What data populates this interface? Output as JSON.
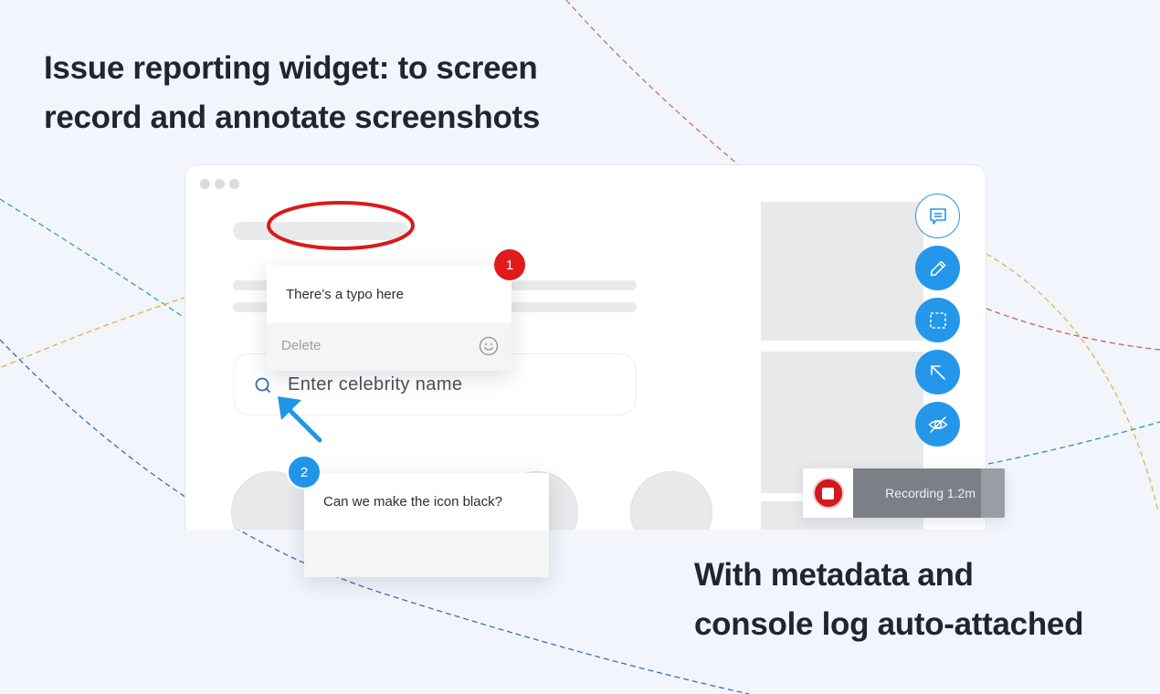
{
  "headlines": {
    "top": [
      "Issue reporting widget: to screen",
      "record and annotate screenshots"
    ],
    "bottom": [
      "With metadata and",
      "console log auto-attached"
    ]
  },
  "mock_page": {
    "search": {
      "placeholder": "Enter celebrity name",
      "icon": "search-icon"
    }
  },
  "annotations": [
    {
      "number": "1",
      "text": "There’s a typo here",
      "action": "Delete",
      "reaction_icon": "smiley-icon",
      "badge_color": "#e01b1b"
    },
    {
      "number": "2",
      "text": "Can we make the icon black?",
      "badge_color": "#2196e8"
    }
  ],
  "toolbar": {
    "tools": [
      {
        "name": "comment",
        "icon": "comment-icon",
        "style": "outline"
      },
      {
        "name": "draw",
        "icon": "pencil-icon",
        "style": "filled"
      },
      {
        "name": "select-area",
        "icon": "dashed-square-icon",
        "style": "filled"
      },
      {
        "name": "arrow",
        "icon": "arrow-up-left-icon",
        "style": "filled"
      },
      {
        "name": "hide",
        "icon": "eye-off-icon",
        "style": "filled"
      }
    ],
    "accent_color": "#2497ea"
  },
  "recorder": {
    "label": "Recording 1.2m",
    "stop_icon": "stop-icon",
    "stop_color": "#d0191c"
  },
  "colors": {
    "background": "#f2f5fc",
    "headline": "#1f2532",
    "annotation_red": "#d91a1a",
    "annotation_blue": "#2196e8"
  }
}
